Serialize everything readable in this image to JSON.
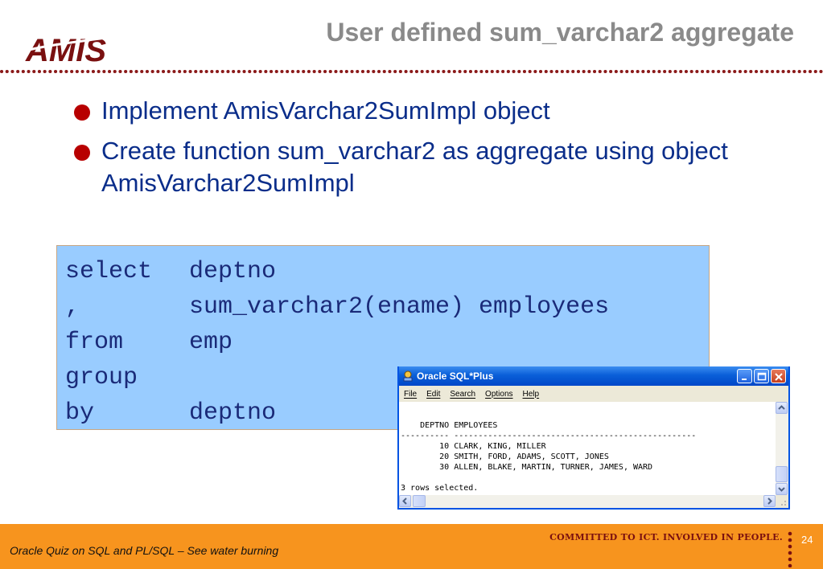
{
  "slide": {
    "title": "User defined sum_varchar2 aggregate",
    "logo_text": "AMIS",
    "bullets": [
      "Implement AmisVarchar2SumImpl object",
      "Create function sum_varchar2 as aggregate using object AmisVarchar2SumImpl"
    ]
  },
  "code": {
    "lines": [
      {
        "kw": "select",
        "rest": "deptno"
      },
      {
        "kw": ",",
        "rest": "sum_varchar2(ename) employees"
      },
      {
        "kw": "from",
        "rest": "emp"
      },
      {
        "kw": "group",
        "rest": ""
      },
      {
        "kw": "by",
        "rest": "deptno"
      }
    ]
  },
  "sqlplus": {
    "title": "Oracle SQL*Plus",
    "menu": [
      "File",
      "Edit",
      "Search",
      "Options",
      "Help"
    ],
    "output": "\n    DEPTNO EMPLOYEES\n---------- --------------------------------------------------\n        10 CLARK, KING, MILLER\n        20 SMITH, FORD, ADAMS, SCOTT, JONES\n        30 ALLEN, BLAKE, MARTIN, TURNER, JAMES, WARD\n\n3 rows selected."
  },
  "footer": {
    "left_text": "Oracle Quiz on SQL and PL/SQL – See water burning",
    "tagline": "COMMITTED TO ICT. INVOLVED IN PEOPLE.",
    "page_number": "24"
  },
  "colors": {
    "title_gray": "#8a8a8a",
    "bullet_blue": "#0a2d8a",
    "bullet_dot": "#b80000",
    "code_bg": "#99ccff",
    "footer_orange": "#f7941e",
    "brand_red": "#7a1010"
  }
}
